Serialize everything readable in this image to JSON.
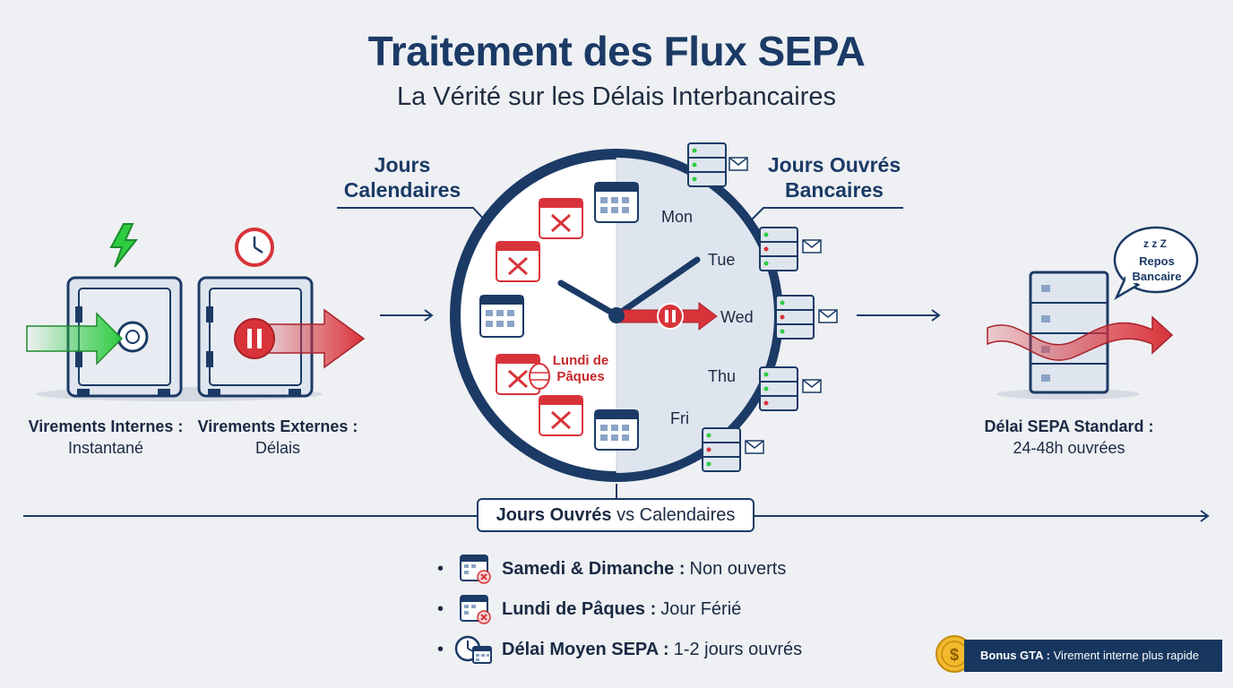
{
  "title": "Traitement des Flux SEPA",
  "subtitle": "La Vérité sur les Délais Interbancaires",
  "calendar_label": "Jours\nCalendaires",
  "business_label": "Jours Ouvrés\nBancaires",
  "internal": {
    "label": "Virements Internes :",
    "value": "Instantané"
  },
  "external": {
    "label": "Virements Externes :",
    "value": "Délais"
  },
  "sepa_standard": {
    "label": "Délai SEPA Standard :",
    "value": "24-48h ouvrées"
  },
  "bubble": "Repos\nBancaire",
  "clock": {
    "days": [
      "Mon",
      "Tue",
      "Wed",
      "Thu",
      "Fri"
    ],
    "easter_label": "Lundi de\nPâques"
  },
  "comparison": {
    "bold": "Jours Ouvrés",
    "rest": "vs Calendaires"
  },
  "bullets": [
    {
      "icon": "calendar-x-icon",
      "bold": "Samedi & Dimanche :",
      "text": "Non ouverts"
    },
    {
      "icon": "calendar-x-icon",
      "bold": "Lundi de Pâques :",
      "text": "Jour Férié"
    },
    {
      "icon": "clock-calendar-icon",
      "bold": "Délai Moyen SEPA :",
      "text": "1-2 jours ouvrés"
    }
  ],
  "bonus": {
    "bold": "Bonus GTA :",
    "text": "Virement interne plus rapide"
  },
  "colors": {
    "navy": "#1b3a66",
    "red": "#d9333a",
    "green": "#2ecc40",
    "light_blue": "#dfe5ee"
  }
}
